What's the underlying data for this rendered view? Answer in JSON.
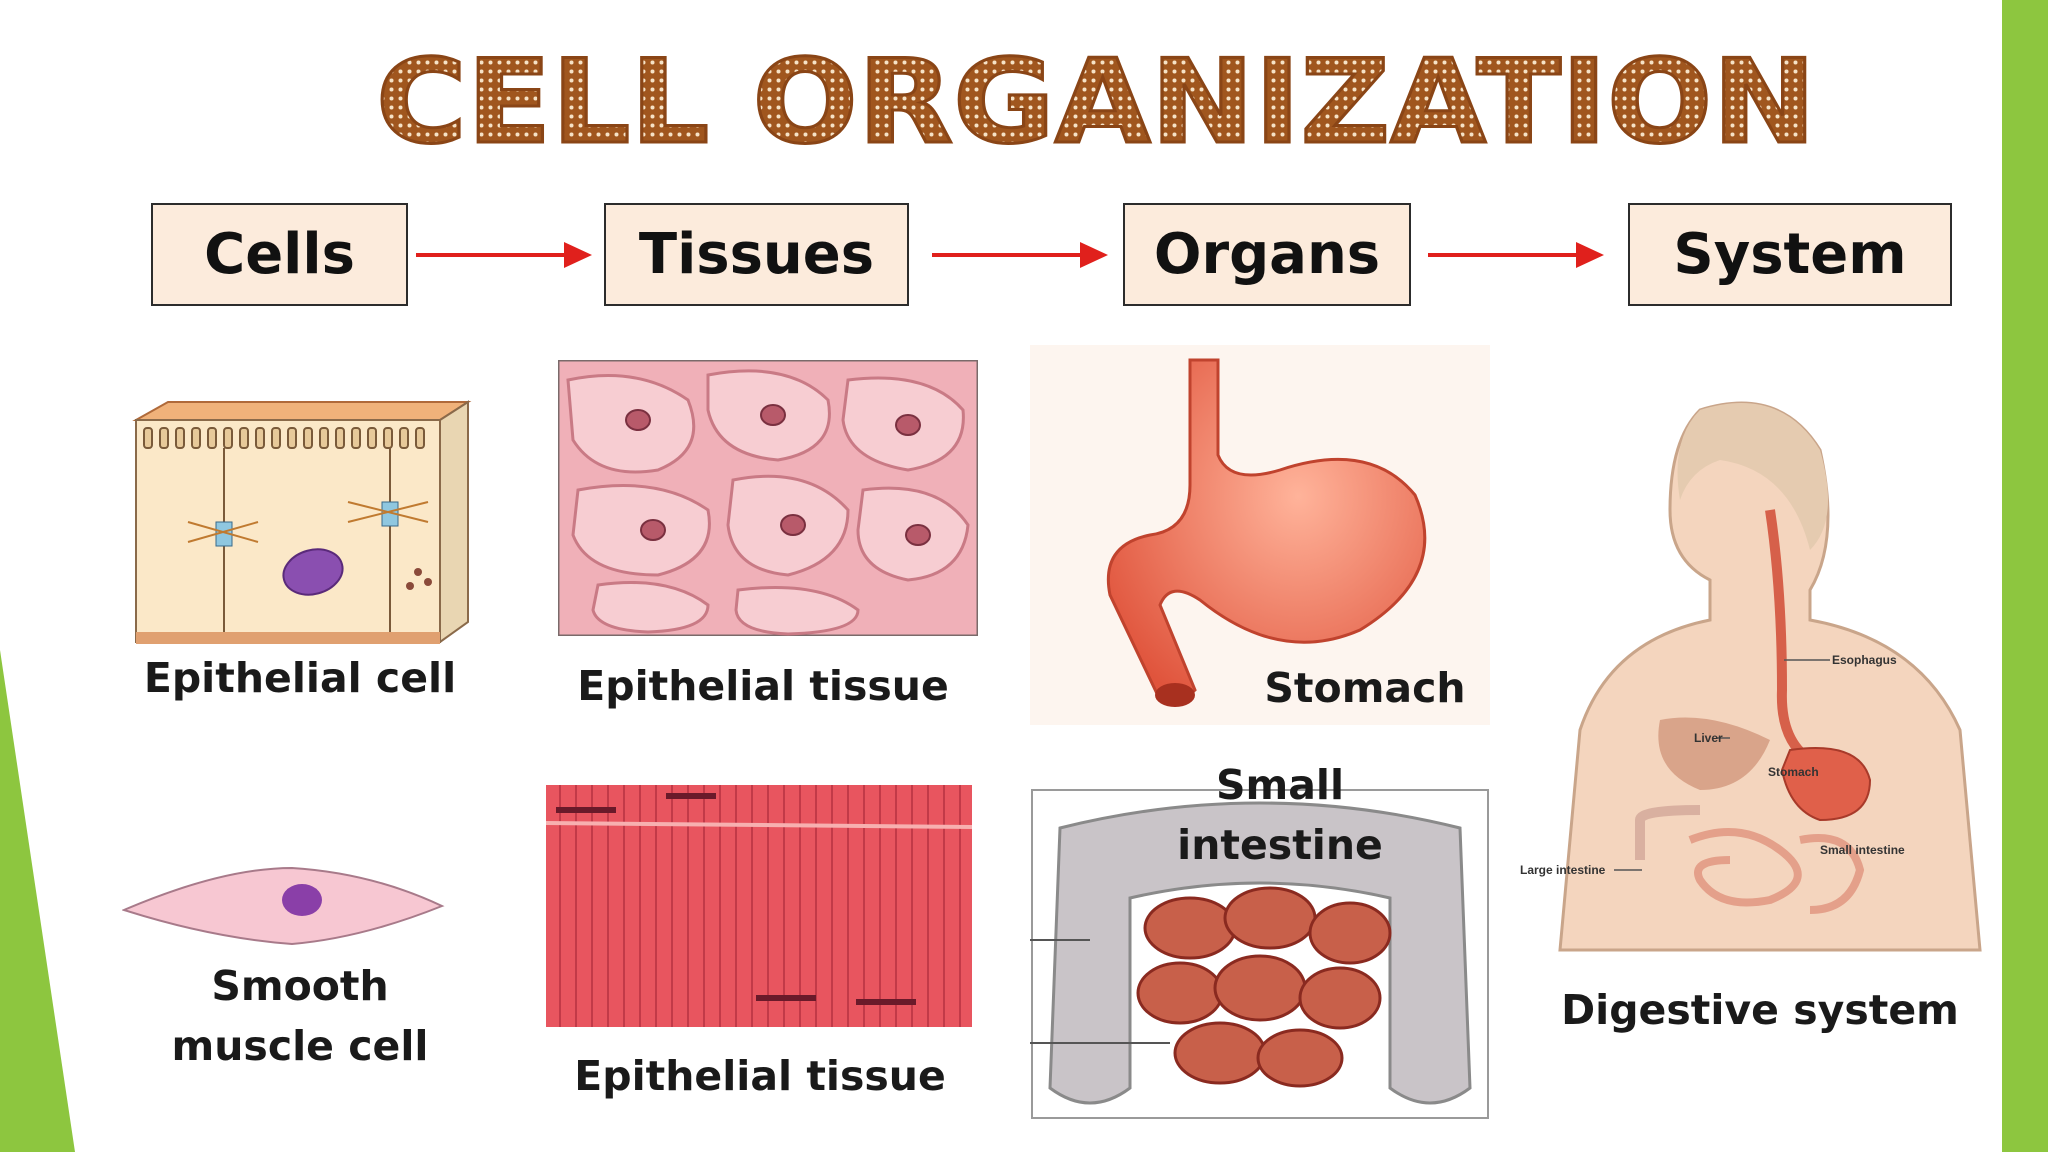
{
  "title": "CELL ORGANIZATION",
  "colors": {
    "title_brown": "#a0561e",
    "title_dots": "#f6e2c6",
    "box_fill": "#fcebdc",
    "arrow_red": "#e0201c",
    "accent_green": "#8dc63f",
    "tissue_pink": "#f0b0b8",
    "muscle_red": "#e8555f",
    "stomach": "#ef7a5e"
  },
  "steps": [
    {
      "label": "Cells"
    },
    {
      "label": "Tissues"
    },
    {
      "label": "Organs"
    },
    {
      "label": "System"
    }
  ],
  "captions": {
    "epithelial_cell": "Epithelial cell",
    "epithelial_tissue_top": "Epithelial tissue",
    "stomach": "Stomach",
    "smooth_muscle_line1": "Smooth",
    "smooth_muscle_line2": "muscle cell",
    "epithelial_tissue_bottom": "Epithelial tissue",
    "small_intestine_line1": "Small",
    "small_intestine_line2": "intestine",
    "digestive_system": "Digestive system"
  },
  "system_labels": {
    "esophagus": "Esophagus",
    "liver": "Liver",
    "stomach": "Stomach",
    "small_intestine": "Small intestine",
    "large_intestine": "Large intestine"
  }
}
